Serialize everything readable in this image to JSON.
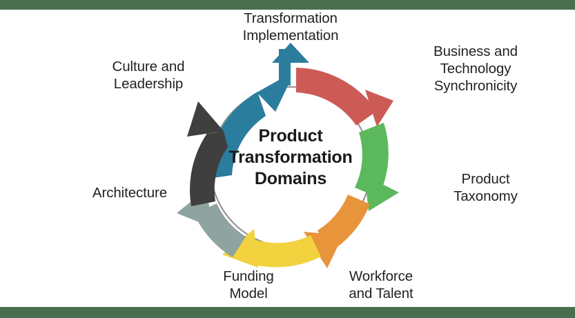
{
  "theme": {
    "band_color": "#4a6f4e",
    "background": "#ffffff",
    "ring_outline": "#8d8d8d",
    "text_color": "#231f20",
    "center_text_color": "#1a1a1a"
  },
  "center": {
    "title": "Product\nTransformation\nDomains"
  },
  "diagram": {
    "type": "cycle",
    "segment_count": 7,
    "segments": [
      {
        "id": "transformation-implementation",
        "label": "Transformation\nImplementation",
        "color": "#2b7d9e",
        "position": "top"
      },
      {
        "id": "business-and-technology-synchronicity",
        "label": "Business and\nTechnology\nSynchronicity",
        "color": "#cc5a55",
        "position": "top-right"
      },
      {
        "id": "product-taxonomy",
        "label": "Product\nTaxonomy",
        "color": "#5cb85c",
        "position": "right"
      },
      {
        "id": "workforce-and-talent",
        "label": "Workforce\nand Talent",
        "color": "#e8943a",
        "position": "bottom-right"
      },
      {
        "id": "funding-model",
        "label": "Funding\nModel",
        "color": "#f2d23f",
        "position": "bottom-left"
      },
      {
        "id": "architecture",
        "label": "Architecture",
        "color": "#8fa3a0",
        "position": "left"
      },
      {
        "id": "culture-and-leadership",
        "label": "Culture and\nLeadership",
        "color": "#3f3f3f",
        "position": "top-left"
      }
    ]
  }
}
